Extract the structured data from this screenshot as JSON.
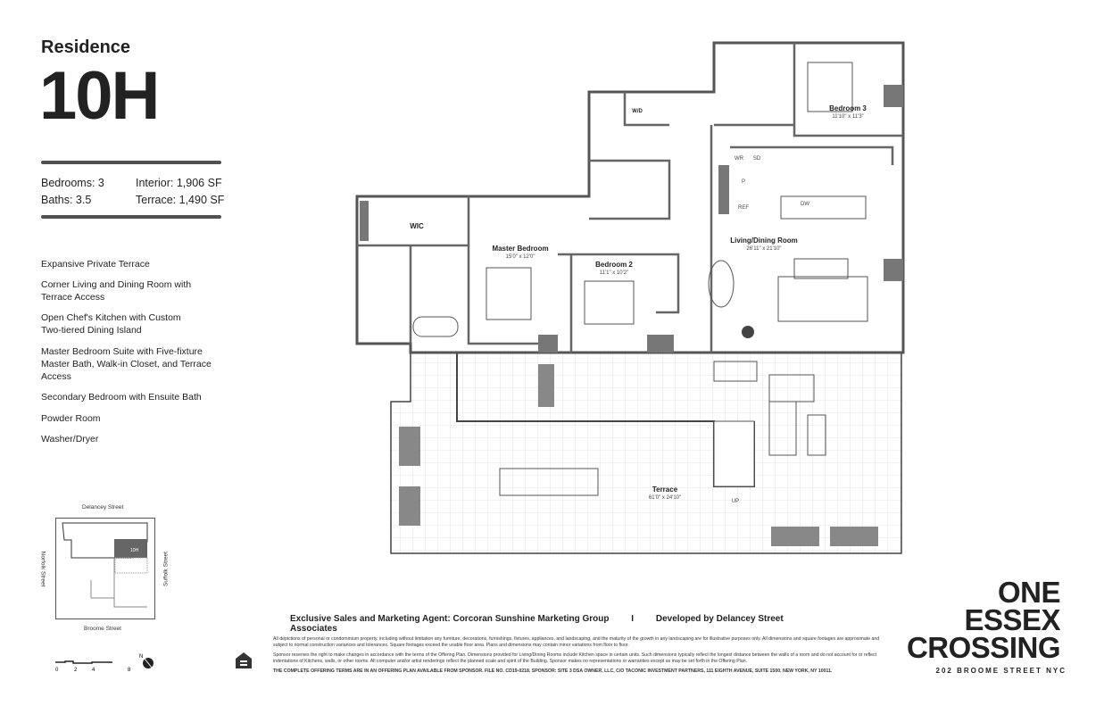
{
  "header": {
    "residence_label": "Residence",
    "unit": "10H"
  },
  "specs": {
    "bedrooms": "Bedrooms: 3",
    "baths": "Baths: 3.5",
    "interior": "Interior: 1,906 SF",
    "terrace": "Terrace: 1,490 SF"
  },
  "features": [
    "Expansive Private Terrace",
    "Corner Living and Dining Room with Terrace Access",
    "Open Chef's Kitchen with Custom Two-tiered Dining Island",
    "Master Bedroom Suite with Five-fixture Master Bath, Walk-in Closet, and Terrace Access",
    "Secondary Bedroom with Ensuite Bath",
    "Powder Room",
    "Washer/Dryer"
  ],
  "keyplan": {
    "north_street": "Delancey Street",
    "south_street": "Broome Street",
    "west_street": "Norfolk Street",
    "east_street": "Suffolk Street",
    "unit_marker": "10H",
    "scale_ticks": [
      "0",
      "2",
      "4",
      "8"
    ],
    "north_label": "N"
  },
  "rooms": {
    "wic": "WIC",
    "wd": "W/D",
    "master": {
      "name": "Master Bedroom",
      "dims": "15'0\" x 12'0\""
    },
    "bedroom2": {
      "name": "Bedroom 2",
      "dims": "11'1\" x 10'2\""
    },
    "bedroom3": {
      "name": "Bedroom 3",
      "dims": "11'10\" x 11'3\""
    },
    "living": {
      "name": "Living/Dining Room",
      "dims": "26'11\" x 21'10\""
    },
    "terrace": {
      "name": "Terrace",
      "dims": "61'0\" x 24'10\""
    },
    "wr": "WR",
    "sd": "SD",
    "p": "P",
    "ref": "REF",
    "dw": "DW",
    "up": "UP"
  },
  "footer": {
    "agent": "Exclusive Sales and Marketing Agent: Corcoran Sunshine Marketing Group",
    "separator": "I",
    "developer": "Developed by Delancey Street Associates",
    "disclaimer1": "All depictions of personal or condominium property, including without limitation any furniture, decorations, furnishings, fixtures, appliances, and landscaping, and the maturity of the growth in any landscaping are for illustrative purposes only. All dimensions and square footages are approximate and subject to normal construction variances and tolerances. Square footages exceed the usable floor area. Plans and dimensions may contain minor variations from floor to floor.",
    "disclaimer2": "Sponsor reserves the right to make changes in accordance with the terms of the Offering Plan. Dimensions provided for Living/Dining Rooms include Kitchen space in certain units. Such dimensions typically reflect the longest distance between the walls of a room and do not account for or reflect indentations of Kitchens, walls, or other rooms. All computer and/or artist renderings reflect the planned scale and spirit of the Building. Sponsor makes no representations or warranties except as may be set forth in the Offering Plan.",
    "disclaimer3": "THE COMPLETE OFFERING TERMS ARE IN AN OFFERING PLAN AVAILABLE FROM SPONSOR. FILE NO. CD19-0218. SPONSOR: SITE 3 DSA OWNER, LLC, C/O TACONIC INVESTMENT PARTNERS, 111 EIGHTH AVENUE, SUITE 1500, NEW YORK, NY 10011.",
    "eho_icon": "equal-housing-opportunity-icon"
  },
  "brand": {
    "line1": "ONE",
    "line2": "ESSEX",
    "line3": "CROSSING",
    "address": "202 BROOME STREET NYC"
  }
}
